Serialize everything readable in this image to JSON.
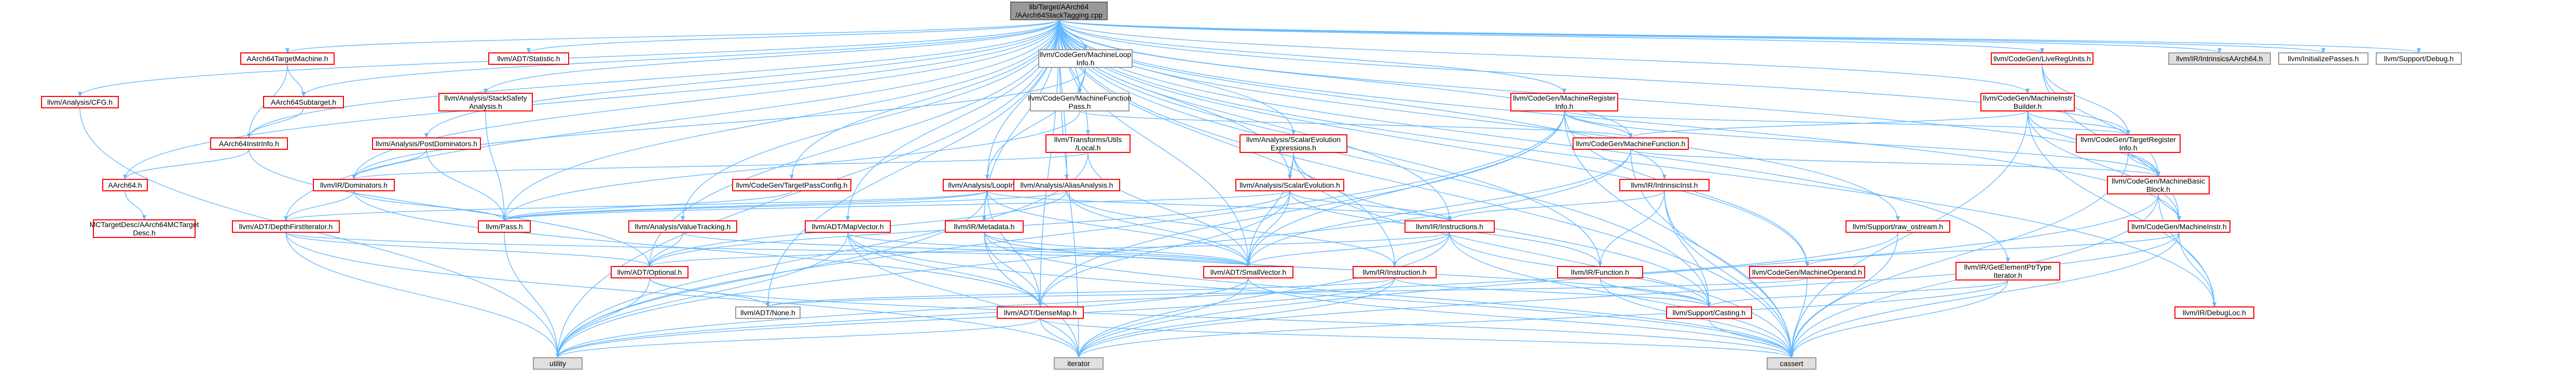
{
  "graph": {
    "title": "",
    "colors": {
      "edge": "#63b8ff",
      "red_border": "#ff0000",
      "gray_fill": "#e0e0e0",
      "focus_fill": "#999999"
    },
    "nodes": [
      {
        "id": "root",
        "label": [
          "lib/Target/AArch64",
          "/AArch64StackTagging.cpp"
        ],
        "style": "focus"
      },
      {
        "id": "stat",
        "label": [
          "llvm/ADT/Statistic.h"
        ],
        "style": "red"
      },
      {
        "id": "cml",
        "label": [
          "llvm/CodeGen/MachineLoop",
          "Info.h"
        ],
        "style": "black"
      },
      {
        "id": "lru",
        "label": [
          "llvm/CodeGen/LiveRegUnits.h"
        ],
        "style": "red"
      },
      {
        "id": "aint",
        "label": [
          "llvm/IR/IntrinsicsAArch64.h"
        ],
        "style": "gray"
      },
      {
        "id": "init",
        "label": [
          "llvm/InitializePasses.h"
        ],
        "style": "black"
      },
      {
        "id": "dbg",
        "label": [
          "llvm/Support/Debug.h"
        ],
        "style": "black"
      },
      {
        "id": "acfg",
        "label": [
          "llvm/Analysis/CFG.h"
        ],
        "style": "red"
      },
      {
        "id": "atm",
        "label": [
          "AArch64TargetMachine.h"
        ],
        "style": "red"
      },
      {
        "id": "sub",
        "label": [
          "AArch64Subtarget.h"
        ],
        "style": "red"
      },
      {
        "id": "ainfo",
        "label": [
          "AArch64InstrInfo.h"
        ],
        "style": "red"
      },
      {
        "id": "a64",
        "label": [
          "AArch64.h"
        ],
        "style": "red"
      },
      {
        "id": "mcd",
        "label": [
          "MCTargetDesc/AArch64MCTarget",
          "Desc.h"
        ],
        "style": "red"
      },
      {
        "id": "ssa",
        "label": [
          "llvm/Analysis/StackSafety",
          "Analysis.h"
        ],
        "style": "red"
      },
      {
        "id": "pdt",
        "label": [
          "llvm/Analysis/PostDominators.h"
        ],
        "style": "red"
      },
      {
        "id": "dom",
        "label": [
          "llvm/IR/Dominators.h"
        ],
        "style": "red"
      },
      {
        "id": "dfi",
        "label": [
          "llvm/ADT/DepthFirstIterator.h"
        ],
        "style": "red"
      },
      {
        "id": "mfp",
        "label": [
          "llvm/CodeGen/MachineFunction",
          "Pass.h"
        ],
        "style": "black"
      },
      {
        "id": "tul",
        "label": [
          "llvm/Transforms/Utils",
          "/Local.h"
        ],
        "style": "red"
      },
      {
        "id": "tpc",
        "label": [
          "llvm/CodeGen/TargetPassConfig.h"
        ],
        "style": "red"
      },
      {
        "id": "mri",
        "label": [
          "llvm/CodeGen/MachineRegister",
          "Info.h"
        ],
        "style": "red"
      },
      {
        "id": "mf",
        "label": [
          "llvm/CodeGen/MachineFunction.h"
        ],
        "style": "red"
      },
      {
        "id": "seexp",
        "label": [
          "llvm/Analysis/ScalarEvolution",
          "Expressions.h"
        ],
        "style": "red"
      },
      {
        "id": "se",
        "label": [
          "llvm/Analysis/ScalarEvolution.h"
        ],
        "style": "red"
      },
      {
        "id": "li",
        "label": [
          "llvm/Analysis/LoopInfo.h"
        ],
        "style": "red"
      },
      {
        "id": "aa",
        "label": [
          "llvm/Analysis/AliasAnalysis.h"
        ],
        "style": "red"
      },
      {
        "id": "mib",
        "label": [
          "llvm/CodeGen/MachineInstr",
          "Builder.h"
        ],
        "style": "red"
      },
      {
        "id": "tri",
        "label": [
          "llvm/CodeGen/TargetRegister",
          "Info.h"
        ],
        "style": "red"
      },
      {
        "id": "mbb",
        "label": [
          "llvm/CodeGen/MachineBasic",
          "Block.h"
        ],
        "style": "red"
      },
      {
        "id": "mi",
        "label": [
          "llvm/CodeGen/MachineInstr.h"
        ],
        "style": "red"
      },
      {
        "id": "mo",
        "label": [
          "llvm/CodeGen/MachineOperand.h"
        ],
        "style": "red"
      },
      {
        "id": "iri",
        "label": [
          "llvm/IR/IntrinsicInst.h"
        ],
        "style": "red"
      },
      {
        "id": "insts",
        "label": [
          "llvm/IR/Instructions.h"
        ],
        "style": "red"
      },
      {
        "id": "inst",
        "label": [
          "llvm/IR/Instruction.h"
        ],
        "style": "red"
      },
      {
        "id": "func",
        "label": [
          "llvm/IR/Function.h"
        ],
        "style": "red"
      },
      {
        "id": "raw",
        "label": [
          "llvm/Support/raw_ostream.h"
        ],
        "style": "red"
      },
      {
        "id": "gep",
        "label": [
          "llvm/IR/GetElementPtrType",
          "Iterator.h"
        ],
        "style": "red"
      },
      {
        "id": "dl",
        "label": [
          "llvm/IR/DebugLoc.h"
        ],
        "style": "red"
      },
      {
        "id": "meta",
        "label": [
          "llvm/IR/Metadata.h"
        ],
        "style": "red"
      },
      {
        "id": "mapv",
        "label": [
          "llvm/ADT/MapVector.h"
        ],
        "style": "red"
      },
      {
        "id": "vt",
        "label": [
          "llvm/Analysis/ValueTracking.h"
        ],
        "style": "red"
      },
      {
        "id": "pass",
        "label": [
          "llvm/Pass.h"
        ],
        "style": "red"
      },
      {
        "id": "opt",
        "label": [
          "llvm/ADT/Optional.h"
        ],
        "style": "red"
      },
      {
        "id": "sv",
        "label": [
          "llvm/ADT/SmallVector.h"
        ],
        "style": "red"
      },
      {
        "id": "none",
        "label": [
          "llvm/ADT/None.h"
        ],
        "style": "black"
      },
      {
        "id": "dm",
        "label": [
          "llvm/ADT/DenseMap.h"
        ],
        "style": "red"
      },
      {
        "id": "cast",
        "label": [
          "llvm/Support/Casting.h"
        ],
        "style": "red"
      },
      {
        "id": "util",
        "label": [
          "utility"
        ],
        "style": "gray"
      },
      {
        "id": "iter",
        "label": [
          "iterator"
        ],
        "style": "gray"
      },
      {
        "id": "cassert",
        "label": [
          "cassert"
        ],
        "style": "gray"
      }
    ],
    "edges": [
      [
        "root",
        "stat"
      ],
      [
        "root",
        "cml"
      ],
      [
        "root",
        "lru"
      ],
      [
        "root",
        "aint"
      ],
      [
        "root",
        "init"
      ],
      [
        "root",
        "dbg"
      ],
      [
        "root",
        "acfg"
      ],
      [
        "root",
        "atm"
      ],
      [
        "root",
        "sub"
      ],
      [
        "root",
        "ainfo"
      ],
      [
        "root",
        "a64"
      ],
      [
        "root",
        "ssa"
      ],
      [
        "root",
        "pdt"
      ],
      [
        "root",
        "dom"
      ],
      [
        "root",
        "dfi"
      ],
      [
        "root",
        "mfp"
      ],
      [
        "root",
        "tul"
      ],
      [
        "root",
        "tpc"
      ],
      [
        "root",
        "mri"
      ],
      [
        "root",
        "mf"
      ],
      [
        "root",
        "seexp"
      ],
      [
        "root",
        "se"
      ],
      [
        "root",
        "li"
      ],
      [
        "root",
        "aa"
      ],
      [
        "root",
        "mib"
      ],
      [
        "root",
        "tri"
      ],
      [
        "root",
        "mbb"
      ],
      [
        "root",
        "mi"
      ],
      [
        "root",
        "mo"
      ],
      [
        "root",
        "iri"
      ],
      [
        "root",
        "insts"
      ],
      [
        "root",
        "inst"
      ],
      [
        "root",
        "func"
      ],
      [
        "root",
        "raw"
      ],
      [
        "root",
        "gep"
      ],
      [
        "root",
        "dl"
      ],
      [
        "root",
        "meta"
      ],
      [
        "root",
        "mapv"
      ],
      [
        "root",
        "vt"
      ],
      [
        "root",
        "pass"
      ],
      [
        "root",
        "opt"
      ],
      [
        "root",
        "sv"
      ],
      [
        "root",
        "none"
      ],
      [
        "root",
        "dm"
      ],
      [
        "root",
        "cast"
      ],
      [
        "root",
        "util"
      ],
      [
        "root",
        "iter"
      ],
      [
        "root",
        "cassert"
      ],
      [
        "cml",
        "mfp"
      ],
      [
        "cml",
        "li"
      ],
      [
        "cml",
        "dom"
      ],
      [
        "mfp",
        "mf"
      ],
      [
        "mfp",
        "pass"
      ],
      [
        "lru",
        "tri"
      ],
      [
        "lru",
        "mbb"
      ],
      [
        "lru",
        "mi"
      ],
      [
        "acfg",
        "util"
      ],
      [
        "atm",
        "sub"
      ],
      [
        "atm",
        "ainfo"
      ],
      [
        "sub",
        "ainfo"
      ],
      [
        "ainfo",
        "a64"
      ],
      [
        "ainfo",
        "opt"
      ],
      [
        "a64",
        "mcd"
      ],
      [
        "ssa",
        "pass"
      ],
      [
        "pdt",
        "dom"
      ],
      [
        "pdt",
        "pass"
      ],
      [
        "dom",
        "dfi"
      ],
      [
        "dom",
        "pass"
      ],
      [
        "dom",
        "dm"
      ],
      [
        "dfi",
        "opt"
      ],
      [
        "dfi",
        "sv"
      ],
      [
        "dfi",
        "util"
      ],
      [
        "dfi",
        "iter"
      ],
      [
        "tul",
        "dom"
      ],
      [
        "tul",
        "sv"
      ],
      [
        "tul",
        "util"
      ],
      [
        "tpc",
        "pass"
      ],
      [
        "mri",
        "mf"
      ],
      [
        "mri",
        "mbb"
      ],
      [
        "mri",
        "tri"
      ],
      [
        "mri",
        "mo"
      ],
      [
        "mri",
        "util"
      ],
      [
        "mri",
        "sv"
      ],
      [
        "mri",
        "dm"
      ],
      [
        "mri",
        "cassert"
      ],
      [
        "mf",
        "mbb"
      ],
      [
        "mf",
        "sv"
      ],
      [
        "mf",
        "cassert"
      ],
      [
        "mf",
        "util"
      ],
      [
        "seexp",
        "se"
      ],
      [
        "seexp",
        "sv"
      ],
      [
        "seexp",
        "cast"
      ],
      [
        "seexp",
        "cassert"
      ],
      [
        "se",
        "insts"
      ],
      [
        "se",
        "func"
      ],
      [
        "se",
        "sv"
      ],
      [
        "se",
        "dm"
      ],
      [
        "se",
        "pass"
      ],
      [
        "se",
        "opt"
      ],
      [
        "li",
        "dfi"
      ],
      [
        "li",
        "insts"
      ],
      [
        "li",
        "pass"
      ],
      [
        "li",
        "sv"
      ],
      [
        "li",
        "dm"
      ],
      [
        "li",
        "util"
      ],
      [
        "aa",
        "opt"
      ],
      [
        "aa",
        "sv"
      ],
      [
        "aa",
        "inst"
      ],
      [
        "aa",
        "pass"
      ],
      [
        "mib",
        "mf"
      ],
      [
        "mib",
        "mi"
      ],
      [
        "mib",
        "mbb"
      ],
      [
        "mib",
        "tri"
      ],
      [
        "mib",
        "dl"
      ],
      [
        "mib",
        "cassert"
      ],
      [
        "tri",
        "mbb"
      ],
      [
        "tri",
        "cassert"
      ],
      [
        "mbb",
        "mi"
      ],
      [
        "mbb",
        "dl"
      ],
      [
        "mbb",
        "iter"
      ],
      [
        "mbb",
        "cassert"
      ],
      [
        "mi",
        "mo"
      ],
      [
        "mi",
        "dl"
      ],
      [
        "mi",
        "iter"
      ],
      [
        "mi",
        "cassert"
      ],
      [
        "mo",
        "cassert"
      ],
      [
        "mo",
        "none"
      ],
      [
        "iri",
        "insts"
      ],
      [
        "iri",
        "func"
      ],
      [
        "iri",
        "cast"
      ],
      [
        "iri",
        "cassert"
      ],
      [
        "insts",
        "inst"
      ],
      [
        "insts",
        "sv"
      ],
      [
        "insts",
        "cast"
      ],
      [
        "insts",
        "cassert"
      ],
      [
        "insts",
        "iter"
      ],
      [
        "insts",
        "opt"
      ],
      [
        "inst",
        "util"
      ],
      [
        "inst",
        "iter"
      ],
      [
        "inst",
        "cast"
      ],
      [
        "inst",
        "none"
      ],
      [
        "func",
        "cast"
      ],
      [
        "func",
        "cassert"
      ],
      [
        "raw",
        "cassert"
      ],
      [
        "raw",
        "util"
      ],
      [
        "gep",
        "cast"
      ],
      [
        "gep",
        "iter"
      ],
      [
        "gep",
        "cassert"
      ],
      [
        "meta",
        "sv"
      ],
      [
        "meta",
        "dm"
      ],
      [
        "meta",
        "cast"
      ],
      [
        "meta",
        "cassert"
      ],
      [
        "meta",
        "iter"
      ],
      [
        "mapv",
        "sv"
      ],
      [
        "mapv",
        "dm"
      ],
      [
        "mapv",
        "util"
      ],
      [
        "mapv",
        "iter"
      ],
      [
        "mapv",
        "cassert"
      ],
      [
        "vt",
        "opt"
      ],
      [
        "vt",
        "sv"
      ],
      [
        "pass",
        "util"
      ],
      [
        "opt",
        "none"
      ],
      [
        "opt",
        "util"
      ],
      [
        "opt",
        "cassert"
      ],
      [
        "sv",
        "util"
      ],
      [
        "sv",
        "iter"
      ],
      [
        "sv",
        "cassert"
      ],
      [
        "dm",
        "util"
      ],
      [
        "dm",
        "iter"
      ],
      [
        "dm",
        "cassert"
      ],
      [
        "cast",
        "cassert"
      ]
    ]
  }
}
